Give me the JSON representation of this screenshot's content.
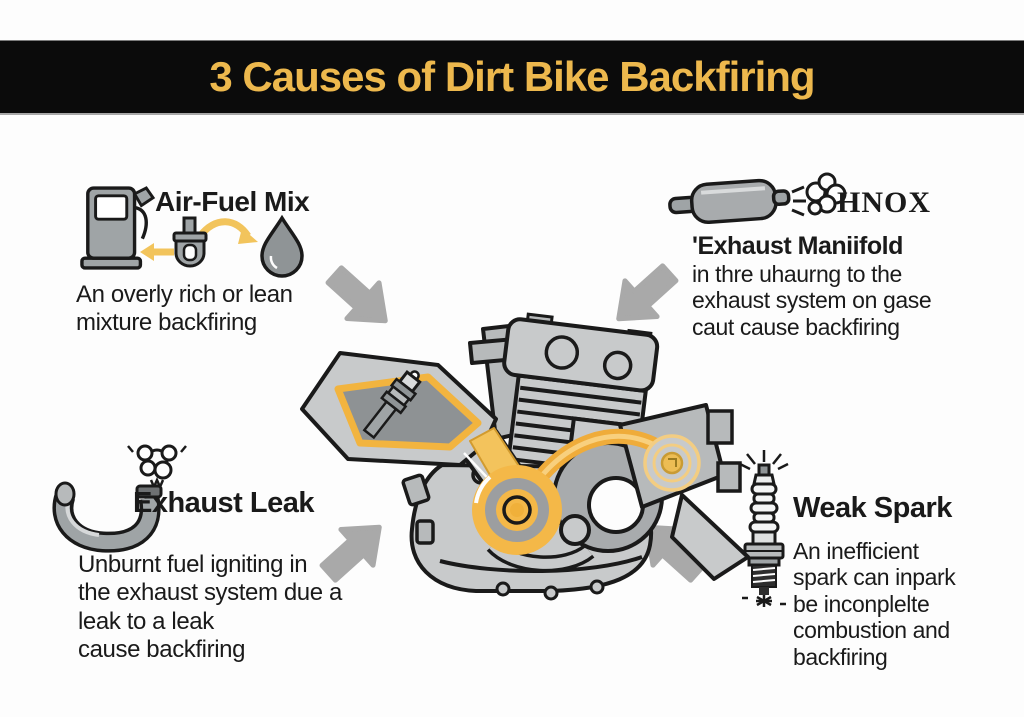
{
  "header": {
    "title": "3 Causes of Dirt Bike Backfiring"
  },
  "sections": {
    "air_fuel_mix": {
      "heading": "Air-Fuel Mix",
      "body": "An overly rich or lean\nmixture backfiring",
      "icons": [
        "fuel-pump-icon",
        "carburetor-icon",
        "exchange-arrows-icon",
        "droplet-icon"
      ]
    },
    "exhaust_manifold": {
      "heading": "'Exhaust Maniifold",
      "smoke_label": "HNOX",
      "body": "in thre uhaurng to the\nexhaust system on gase\ncaut cause backfiring",
      "icons": [
        "muffler-icon",
        "smoke-cloud-icon"
      ]
    },
    "exhaust_leak": {
      "heading": "Exhaust Leak",
      "body": "Unburnt fuel igniting in\nthe exhaust system due a\nleak to a leak\ncause backfiring",
      "icons": [
        "exhaust-pipe-icon",
        "smoke-puff-icon"
      ]
    },
    "weak_spark": {
      "heading": "Weak Spark",
      "body": "An inefficient\nspark can inpark\nbe inconplelte\ncombustion and\nbackfiring",
      "icons": [
        "spark-plug-icon",
        "spark-burst-icon"
      ]
    }
  },
  "center_image": "engine-illustration",
  "arrows": [
    "arrow-top-left",
    "arrow-top-right",
    "arrow-bottom-left",
    "arrow-bottom-right"
  ],
  "colors": {
    "band_black": "#0b0b0b",
    "title_gold": "#edb84d",
    "engine_yellow": "#f4b848",
    "belt_orange": "#efac3a",
    "icon_gray": "#9fa4a6",
    "engine_gray": "#c8cacb",
    "arrow_gray": "#a9a9a9",
    "text": "#1a1a1a"
  }
}
